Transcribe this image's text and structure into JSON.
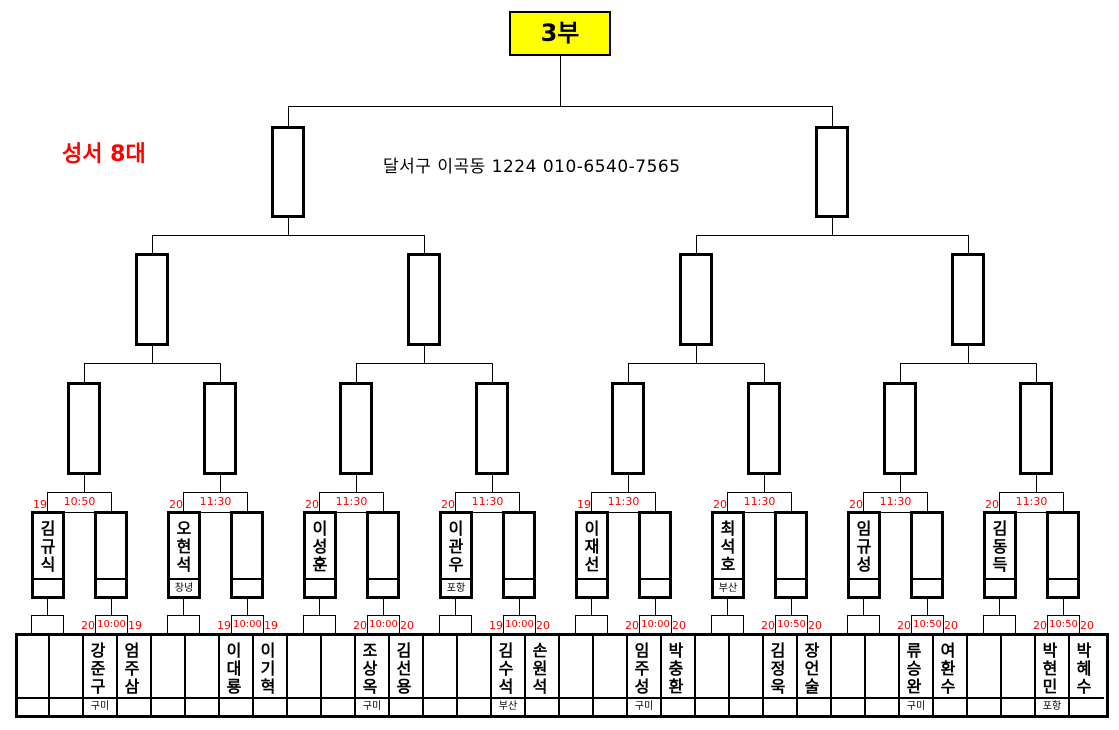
{
  "title": "3부",
  "subtitle": "성서 8대",
  "address": "달서구 이곡동 1224   010-6540-7565",
  "groups": [
    {
      "r16_num": "19",
      "r16_time": "10:50",
      "seed_name": "김규식",
      "seed_region": "",
      "r32_left_num": "20",
      "r32_time": "10:00",
      "r32_right_num": "19",
      "p1_name": "강준구",
      "p1_region": "구미",
      "p2_name": "엄주삼",
      "p2_region": ""
    },
    {
      "r16_num": "20",
      "r16_time": "11:30",
      "seed_name": "오현석",
      "seed_region": "창녕",
      "r32_left_num": "19",
      "r32_time": "10:00",
      "r32_right_num": "19",
      "p1_name": "이대룡",
      "p1_region": "",
      "p2_name": "이기혁",
      "p2_region": ""
    },
    {
      "r16_num": "20",
      "r16_time": "11:30",
      "seed_name": "이성훈",
      "seed_region": "",
      "r32_left_num": "20",
      "r32_time": "10:00",
      "r32_right_num": "20",
      "p1_name": "조상옥",
      "p1_region": "구미",
      "p2_name": "김선용",
      "p2_region": ""
    },
    {
      "r16_num": "20",
      "r16_time": "11:30",
      "seed_name": "이관우",
      "seed_region": "포항",
      "r32_left_num": "19",
      "r32_time": "10:00",
      "r32_right_num": "20",
      "p1_name": "김수석",
      "p1_region": "부산",
      "p2_name": "손원석",
      "p2_region": ""
    },
    {
      "r16_num": "19",
      "r16_time": "11:30",
      "seed_name": "이재선",
      "seed_region": "",
      "r32_left_num": "20",
      "r32_time": "10:00",
      "r32_right_num": "20",
      "p1_name": "임주성",
      "p1_region": "구미",
      "p2_name": "박충환",
      "p2_region": ""
    },
    {
      "r16_num": "20",
      "r16_time": "11:30",
      "seed_name": "최석호",
      "seed_region": "부산",
      "r32_left_num": "20",
      "r32_time": "10:50",
      "r32_right_num": "20",
      "p1_name": "김정욱",
      "p1_region": "",
      "p2_name": "장언술",
      "p2_region": ""
    },
    {
      "r16_num": "20",
      "r16_time": "11:30",
      "seed_name": "임규성",
      "seed_region": "",
      "r32_left_num": "20",
      "r32_time": "10:50",
      "r32_right_num": "20",
      "p1_name": "류승완",
      "p1_region": "구미",
      "p2_name": "여환수",
      "p2_region": ""
    },
    {
      "r16_num": "20",
      "r16_time": "11:30",
      "seed_name": "김동득",
      "seed_region": "",
      "r32_left_num": "20",
      "r32_time": "10:50",
      "r32_right_num": "20",
      "p1_name": "박현민",
      "p1_region": "포항",
      "p2_name": "박혜수",
      "p2_region": ""
    }
  ]
}
